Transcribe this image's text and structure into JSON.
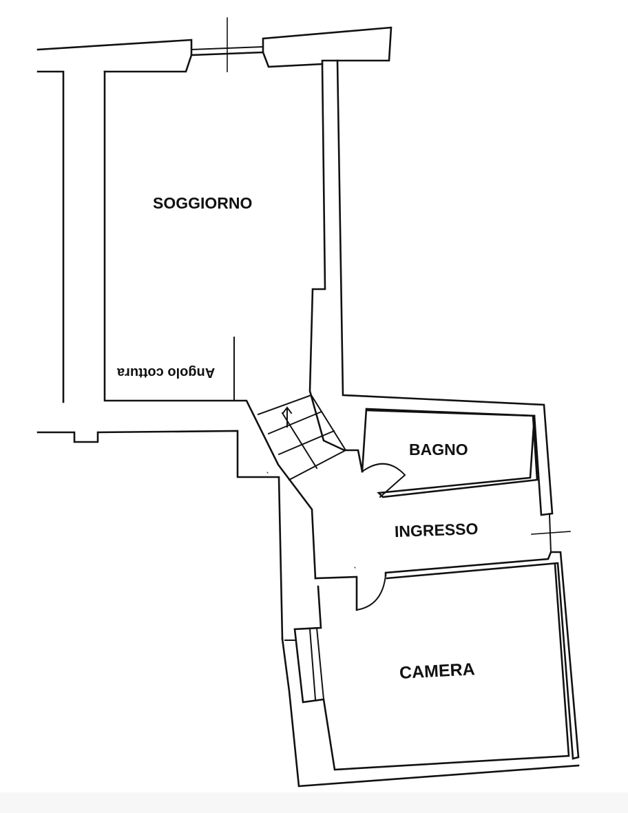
{
  "rooms": {
    "soggiorno": "SOGGIORNO",
    "angolo_cottura": "Angolo cottura",
    "bagno": "BAGNO",
    "ingresso": "INGRESSO",
    "camera": "CAMERA"
  },
  "colors": {
    "wall": "#111111",
    "background": "#ffffff"
  }
}
